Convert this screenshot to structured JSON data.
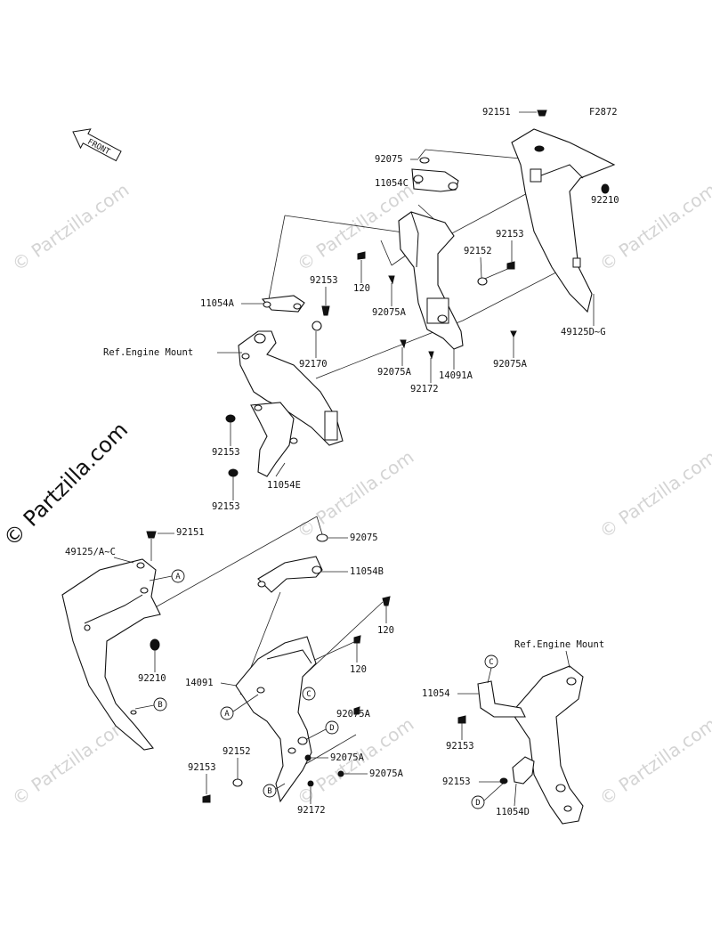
{
  "figure_code": "F2872",
  "front_label": "FRONT",
  "watermark": "© Partzilla.com",
  "callouts": [
    "A",
    "B",
    "C",
    "D"
  ],
  "parts_upper": {
    "p92151": "92151",
    "p92075": "92075",
    "p11054C": "11054C",
    "p92210": "92210",
    "p92153a": "92153",
    "p92152": "92152",
    "p120": "120",
    "p11054A": "11054A",
    "p92153b": "92153",
    "p92075A_a": "92075A",
    "p49125DG": "49125D~G",
    "ref_engine_mount": "Ref.Engine Mount",
    "p92170": "92170",
    "p92075A_b": "92075A",
    "p14091A": "14091A",
    "p92075A_c": "92075A",
    "p92172": "92172",
    "p92153c": "92153",
    "p11054E": "11054E",
    "p92153d": "92153"
  },
  "parts_lower": {
    "p92151": "92151",
    "p49125AC": "49125/A~C",
    "p92075": "92075",
    "p11054B": "11054B",
    "p120a": "120",
    "p120b": "120",
    "p92210": "92210",
    "p14091": "14091",
    "p92075A_a": "92075A",
    "p92152": "92152",
    "p92153": "92153",
    "p92075A_b": "92075A",
    "p92075A_c": "92075A",
    "p92172": "92172",
    "ref_engine_mount": "Ref.Engine Mount",
    "p11054": "11054",
    "p92153b": "92153",
    "p92153c": "92153",
    "p11054D": "11054D"
  }
}
